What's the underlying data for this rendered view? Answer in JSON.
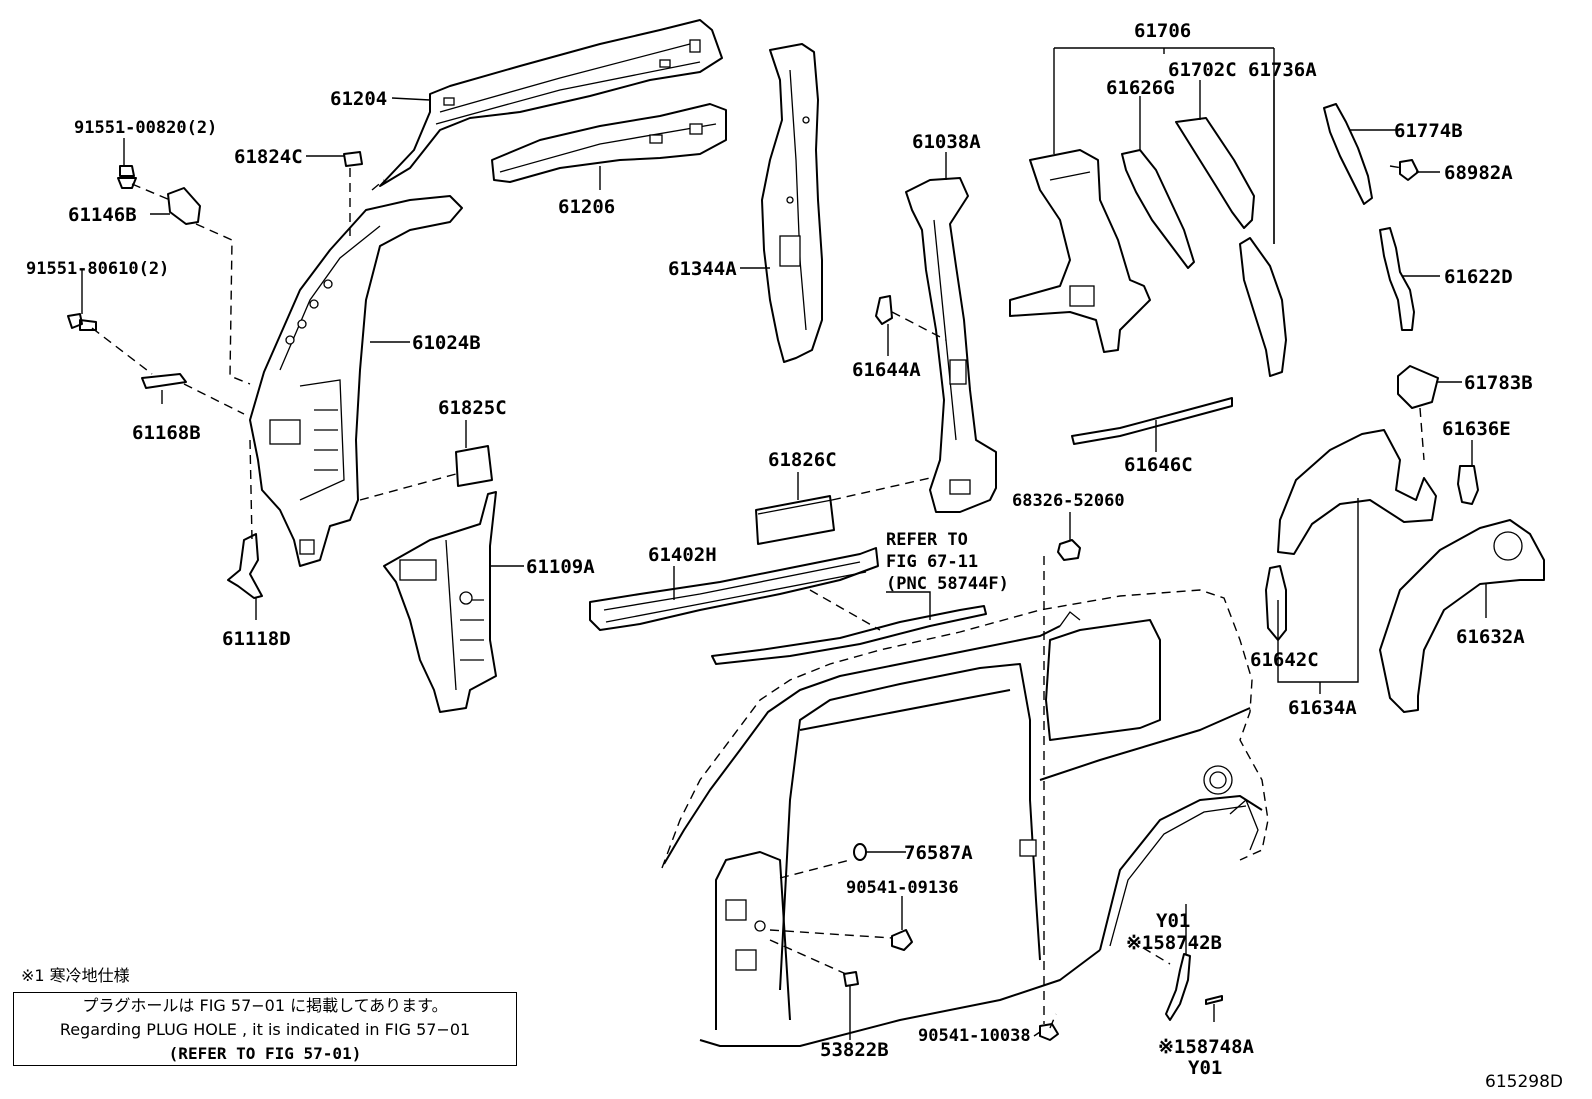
{
  "labels": {
    "p61204": "61204",
    "p61824C": "61824C",
    "p91551_00820": "91551-00820(2)",
    "p61146B": "61146B",
    "p61206": "61206",
    "p91551_80610": "91551-80610(2)",
    "p61024B": "61024B",
    "p61168B": "61168B",
    "p61825C": "61825C",
    "p61109A": "61109A",
    "p61118D": "61118D",
    "p61344A": "61344A",
    "p61038A": "61038A",
    "p61644A": "61644A",
    "p61826C": "61826C",
    "p61402H": "61402H",
    "p61706": "61706",
    "p61626G": "61626G",
    "p61702C": "61702C",
    "p61736A": "61736A",
    "p61774B": "61774B",
    "p68982A": "68982A",
    "p61622D": "61622D",
    "p61783B": "61783B",
    "p61646C": "61646C",
    "p61636E": "61636E",
    "p68326_52060": "68326-52060",
    "p61632A": "61632A",
    "p61642C": "61642C",
    "p61634A": "61634A",
    "p76587A": "76587A",
    "p90541_09136": "90541-09136",
    "p58742B_y": "Y01",
    "p58742B": "※158742B",
    "p53822B": "53822B",
    "p90541_10038": "90541-10038",
    "p58748A": "※158748A",
    "p58748A_y": "Y01"
  },
  "refer": {
    "line1": "REFER TO",
    "line2": "FIG 67-11",
    "line3": "(PNC 58744F)"
  },
  "notes": {
    "cold_region": "※1 寒冷地仕様",
    "box_line1": "プラグホールは FIG 57−01 に掲載してあります。",
    "box_line2": "Regarding  PLUG  HOLE , it is indicated in  FIG  57−01",
    "box_line3": "(REFER TO FIG 57-01)"
  },
  "figure_id": "615298D"
}
